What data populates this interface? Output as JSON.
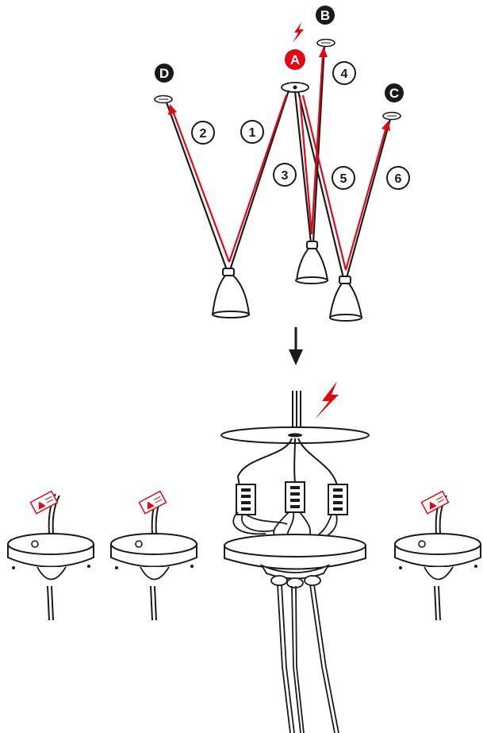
{
  "markers": {
    "a": "A",
    "b": "B",
    "c": "C",
    "d": "D"
  },
  "steps": {
    "s1": "1",
    "s2": "2",
    "s3": "3",
    "s4": "4",
    "s5": "5",
    "s6": "6"
  },
  "colors": {
    "accent": "#e30613",
    "ink": "#1a1a1a",
    "paper": "#ffffff"
  }
}
